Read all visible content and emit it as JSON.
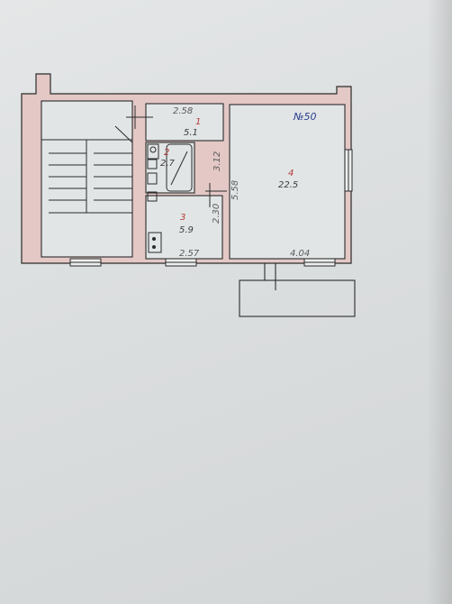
{
  "plan": {
    "apartment_no": "№50",
    "rooms": [
      {
        "number": "1",
        "area": "5.1",
        "width": "2.58"
      },
      {
        "number": "2",
        "area": "2.7"
      },
      {
        "number": "3",
        "area": "5.9",
        "width": "2.57",
        "length": "2.30"
      },
      {
        "number": "4",
        "area": "22.5",
        "width": "4.04",
        "length": "5.58"
      }
    ],
    "extra_dimension": "3.12"
  },
  "colors": {
    "wall": "#e3c8c6",
    "ink": "#2b2b2b",
    "room_number": "#b23a3a",
    "apartment_no": "#2a3d8f"
  }
}
